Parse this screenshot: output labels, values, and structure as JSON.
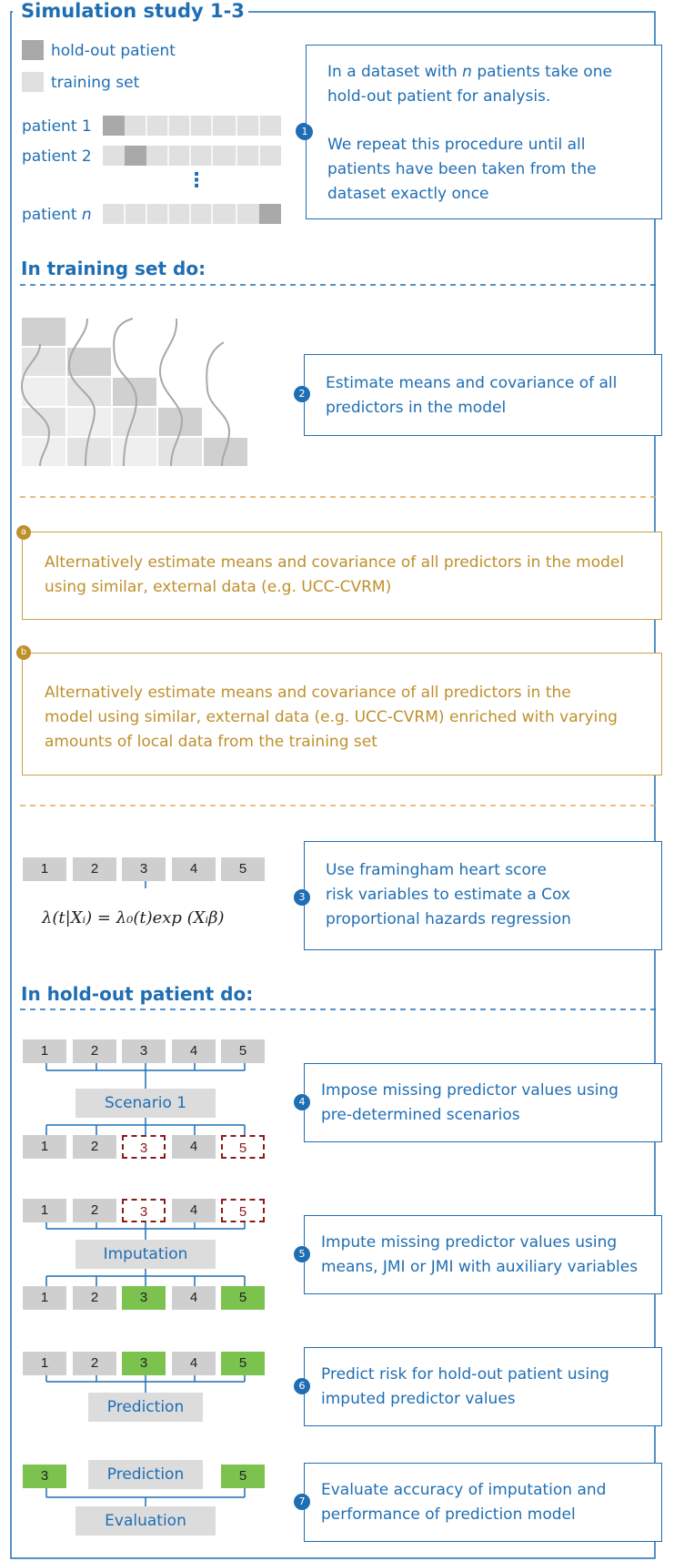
{
  "title": "Simulation study 1-3",
  "legend": {
    "holdout": "hold-out patient",
    "training": "training set"
  },
  "patients": {
    "p1": "patient 1",
    "p2": "patient 2",
    "pn_prefix": "patient",
    "pn_var": "n"
  },
  "ellipsis": "⋮",
  "step1": {
    "num": "1",
    "line1a": "In a dataset with",
    "line1var": "n",
    "line1b": "patients take one",
    "line2": "hold-out patient for analysis.",
    "line3": "We repeat this procedure until all",
    "line4": "patients have been taken from the",
    "line5": "dataset exactly once"
  },
  "section_training": "In training set do:",
  "step2": {
    "num": "2",
    "line1": "Estimate means and covariance of all",
    "line2": "predictors in the model"
  },
  "stepA": {
    "num": "a",
    "line1": "Alternatively estimate means and covariance of all predictors in the model",
    "line2": "using similar, external data (e.g. UCC-CVRM)"
  },
  "stepB": {
    "num": "b",
    "line1": "Alternatively estimate means and covariance of all predictors in the",
    "line2": "model using similar, external data (e.g. UCC-CVRM) enriched with varying",
    "line3": "amounts of local data from the training set"
  },
  "step3": {
    "num": "3",
    "line1": "Use framingham heart score",
    "line2": "risk variables to estimate a Cox",
    "line3": "proportional hazards regression"
  },
  "predictors": [
    "1",
    "2",
    "3",
    "4",
    "5"
  ],
  "formula": "λ(t|Xᵢ) = λ₀(t)exp (Xᵢβ)",
  "section_holdout": "In hold-out patient do:",
  "step4": {
    "num": "4",
    "line1": "Impose missing predictor values using",
    "line2": "pre-determined scenarios",
    "label": "Scenario 1"
  },
  "step5": {
    "num": "5",
    "line1": "Impute missing predictor values using",
    "line2": "means, JMI or JMI with auxiliary variables",
    "label": "Imputation"
  },
  "step6": {
    "num": "6",
    "line1": "Predict risk for hold-out patient using",
    "line2": "imputed predictor values",
    "label": "Prediction"
  },
  "step7": {
    "num": "7",
    "line1": "Evaluate accuracy of imputation and",
    "line2": "performance of prediction model",
    "label_pred": "Prediction",
    "label_eval": "Evaluation",
    "left_val": "3",
    "right_val": "5"
  },
  "colors": {
    "blue": "#1f6eb3",
    "gold": "#bf8f2c",
    "gray": "#cfcfcf",
    "light_gray": "#e0e0e0",
    "green": "#7cc24f",
    "missing": "#8b1a1a"
  }
}
